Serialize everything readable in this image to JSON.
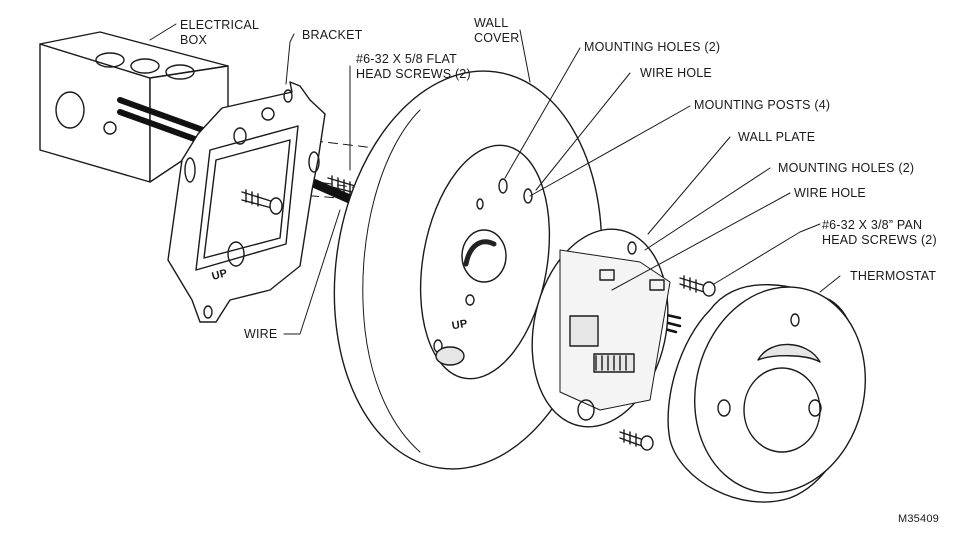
{
  "callouts": {
    "electrical_box": "ELECTRICAL\nBOX",
    "bracket": "BRACKET",
    "flat_head_screws": "#6-32 X 5/8 FLAT\nHEAD SCREWS (2)",
    "wall_cover": "WALL\nCOVER",
    "mounting_holes_cover": "MOUNTING HOLES (2)",
    "wire_hole_cover": "WIRE HOLE",
    "mounting_posts": "MOUNTING POSTS (4)",
    "wall_plate": "WALL PLATE",
    "mounting_holes_plate": "MOUNTING HOLES (2)",
    "wire_hole_plate": "WIRE HOLE",
    "pan_head_screws": "#6-32 X 3/8” PAN\nHEAD SCREWS (2)",
    "thermostat": "THERMOSTAT",
    "wire": "WIRE"
  },
  "stamps": {
    "bracket_mark": "UP",
    "cover_mark": "UP"
  },
  "figure_number": "M35409",
  "colors": {
    "line": "#1a1a1a",
    "wire": "#111111",
    "fill": "#ffffff",
    "shade": "#e6e6e6"
  }
}
